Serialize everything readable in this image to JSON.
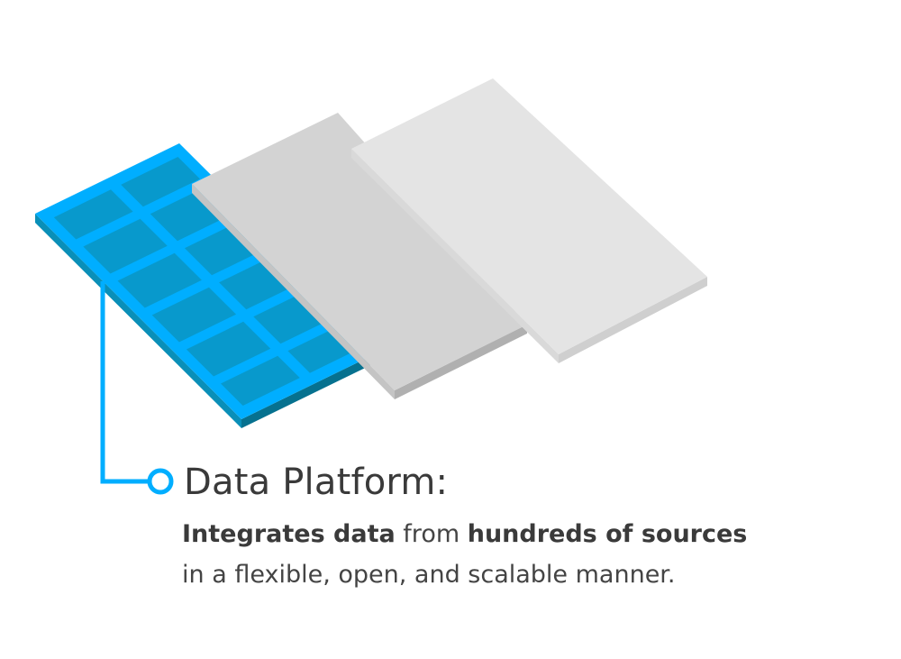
{
  "diagram": {
    "title": "Data Platform:",
    "line1": [
      {
        "text": "Integrates data",
        "bold": true
      },
      {
        "text": " from ",
        "bold": false
      },
      {
        "text": "hundreds of sources",
        "bold": true
      }
    ],
    "line2": "in a flexible, open, and scalable manner.",
    "grid": {
      "rows": 6,
      "cols": 2
    }
  },
  "colors": {
    "accent": "#00aeff",
    "cell": "#0899cc",
    "blue_side": "#0a8fb8",
    "blue_side_dark": "#06718f",
    "gray1_top": "#d3d3d3",
    "gray1_side": "#c4c4c4",
    "gray1_side_dark": "#b0b0b0",
    "gray2_top": "#e4e4e4",
    "gray2_side": "#d9d9d9",
    "gray2_side_dark": "#cfcfcf",
    "text": "#3a3a3a"
  }
}
